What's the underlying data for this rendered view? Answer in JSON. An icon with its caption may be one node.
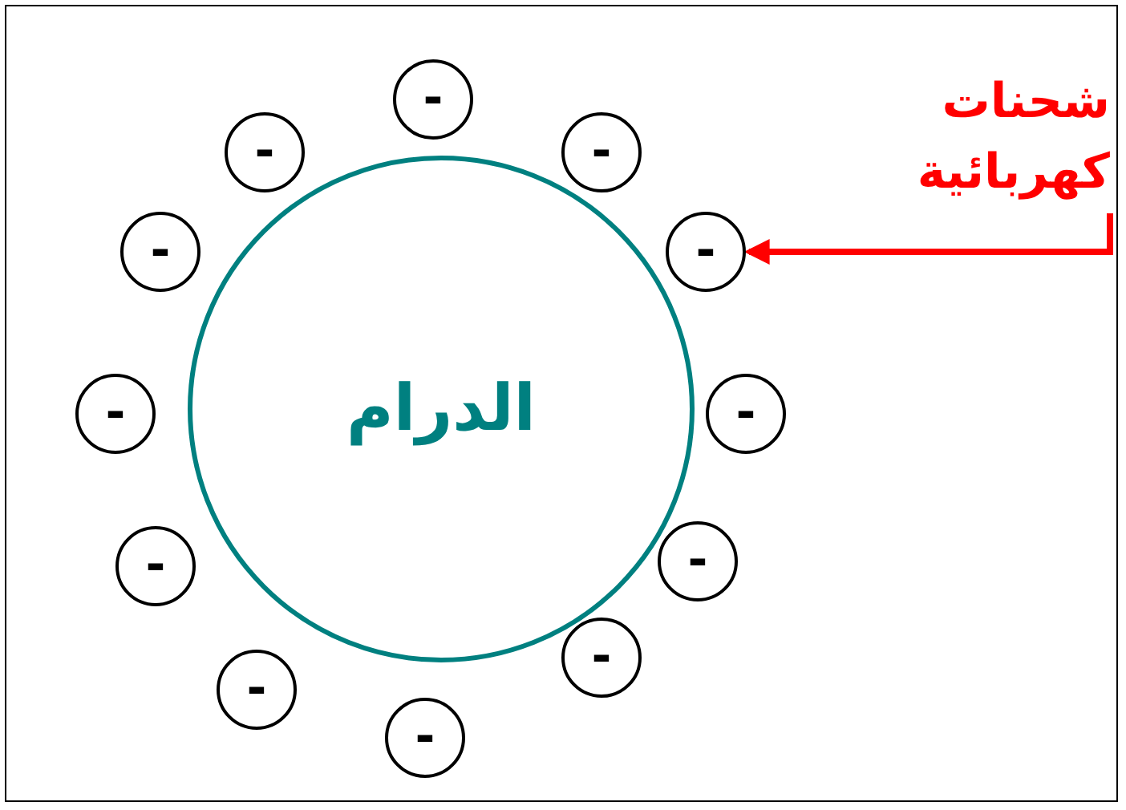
{
  "diagram": {
    "nodes": [
      {
        "text": [
          "شحنات كهربائية"
        ]
      },
      {
        "text": [
          "الدرام"
        ]
      },
      {
        "text": [
          "-"
        ]
      },
      {
        "text": [
          "-"
        ]
      },
      {
        "text": [
          "-"
        ]
      },
      {
        "text": [
          "-"
        ]
      },
      {
        "text": [
          "-"
        ]
      },
      {
        "text": [
          "-"
        ]
      },
      {
        "text": [
          "-"
        ]
      },
      {
        "text": [
          "-"
        ]
      },
      {
        "text": [
          "-"
        ]
      },
      {
        "text": [
          "-"
        ]
      },
      {
        "text": [
          "-"
        ]
      },
      {
        "text": [
          "-"
        ]
      }
    ],
    "edges": [
      {
        "from": 0,
        "to": 6,
        "arrow": "to",
        "color": "#ff0000"
      }
    ]
  }
}
